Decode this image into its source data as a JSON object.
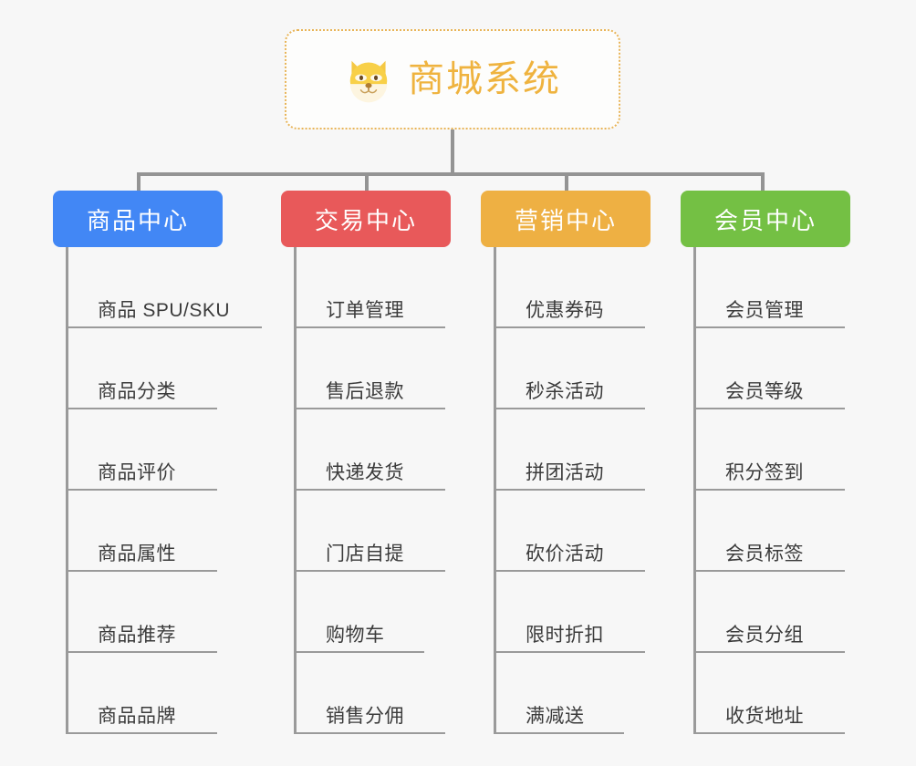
{
  "root": {
    "label": "商城系统",
    "icon": "dog-face-icon",
    "border_color": "#e8b457",
    "text_color": "#efb33f",
    "background": "#fdfdfc"
  },
  "canvas": {
    "background": "#f7f7f7",
    "connector_color": "#949494"
  },
  "branches": [
    {
      "label": "商品中心",
      "color": "#4287f5",
      "items": [
        "商品 SPU/SKU",
        "商品分类",
        "商品评价",
        "商品属性",
        "商品推荐",
        "商品品牌"
      ]
    },
    {
      "label": "交易中心",
      "color": "#e8595a",
      "items": [
        "订单管理",
        "售后退款",
        "快递发货",
        "门店自提",
        "购物车",
        "销售分佣"
      ]
    },
    {
      "label": "营销中心",
      "color": "#eeb043",
      "items": [
        "优惠券码",
        "秒杀活动",
        "拼团活动",
        "砍价活动",
        "限时折扣",
        "满减送"
      ]
    },
    {
      "label": "会员中心",
      "color": "#74c044",
      "items": [
        "会员管理",
        "会员等级",
        "积分签到",
        "会员标签",
        "会员分组",
        "收货地址"
      ]
    }
  ]
}
